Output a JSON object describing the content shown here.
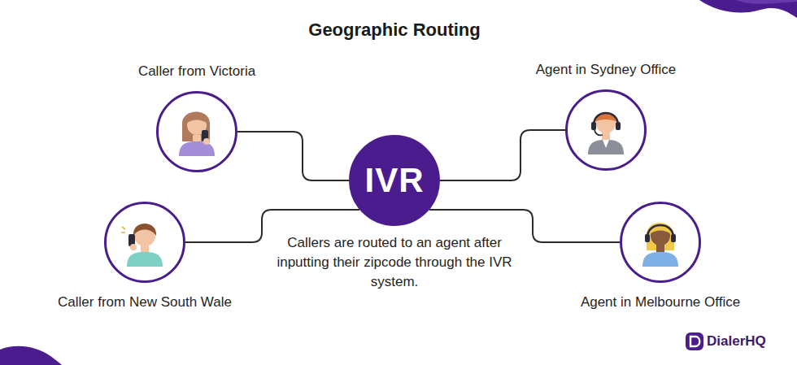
{
  "diagram": {
    "title": "Geographic Routing",
    "nodes": [
      {
        "text": [
          "Caller from Victoria"
        ]
      },
      {
        "text": [
          "IVR"
        ]
      },
      {
        "text": [
          "Agent in Sydney Office"
        ]
      },
      {
        "text": [
          "Caller from New South Wale"
        ]
      },
      {
        "text": [
          "Agent in Melbourne Office"
        ]
      }
    ],
    "edges": [
      {
        "from": 0,
        "to": 1,
        "arrow": "none"
      },
      {
        "from": 3,
        "to": 1,
        "arrow": "none"
      },
      {
        "from": 1,
        "to": 2,
        "arrow": "none"
      },
      {
        "from": 1,
        "to": 4,
        "arrow": "none"
      }
    ],
    "labels": [
      "Callers are routed to an agent after inputting their zipcode through the IVR system.",
      "DialerHQ"
    ]
  }
}
